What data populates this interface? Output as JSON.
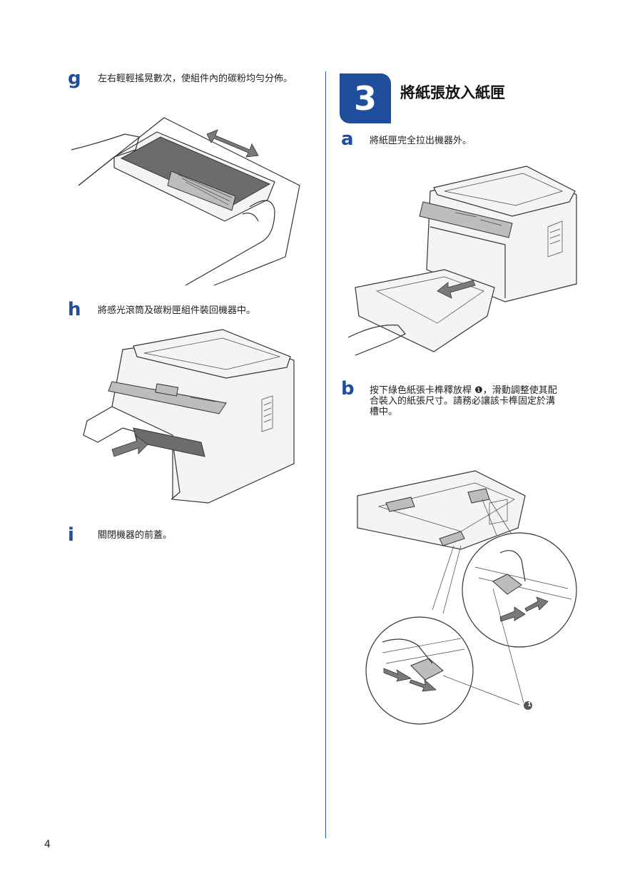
{
  "left_column": {
    "step_g": {
      "letter": "g",
      "text": "左右輕輕搖晃數次，使組件內的碳粉均勻分佈。"
    },
    "step_h": {
      "letter": "h",
      "text": "將感光滾筒及碳粉匣組件裝回機器中。"
    },
    "step_i": {
      "letter": "i",
      "text": "關閉機器的前蓋。"
    }
  },
  "right_column": {
    "section": {
      "number": "3",
      "title": "將紙張放入紙匣"
    },
    "step_a": {
      "letter": "a",
      "text": "將紙匣完全拉出機器外。"
    },
    "step_b": {
      "letter": "b",
      "text_line1": "按下綠色紙張卡榫釋放桿 ❶，滑動調整使其配",
      "text_line2": "合裝入的紙張尺寸。請務必讓該卡榫固定於溝",
      "text_line3": "槽中。"
    },
    "callout_label": "1"
  },
  "footer": {
    "page_number": "4"
  },
  "colors": {
    "accent": "#1f4e9c"
  }
}
